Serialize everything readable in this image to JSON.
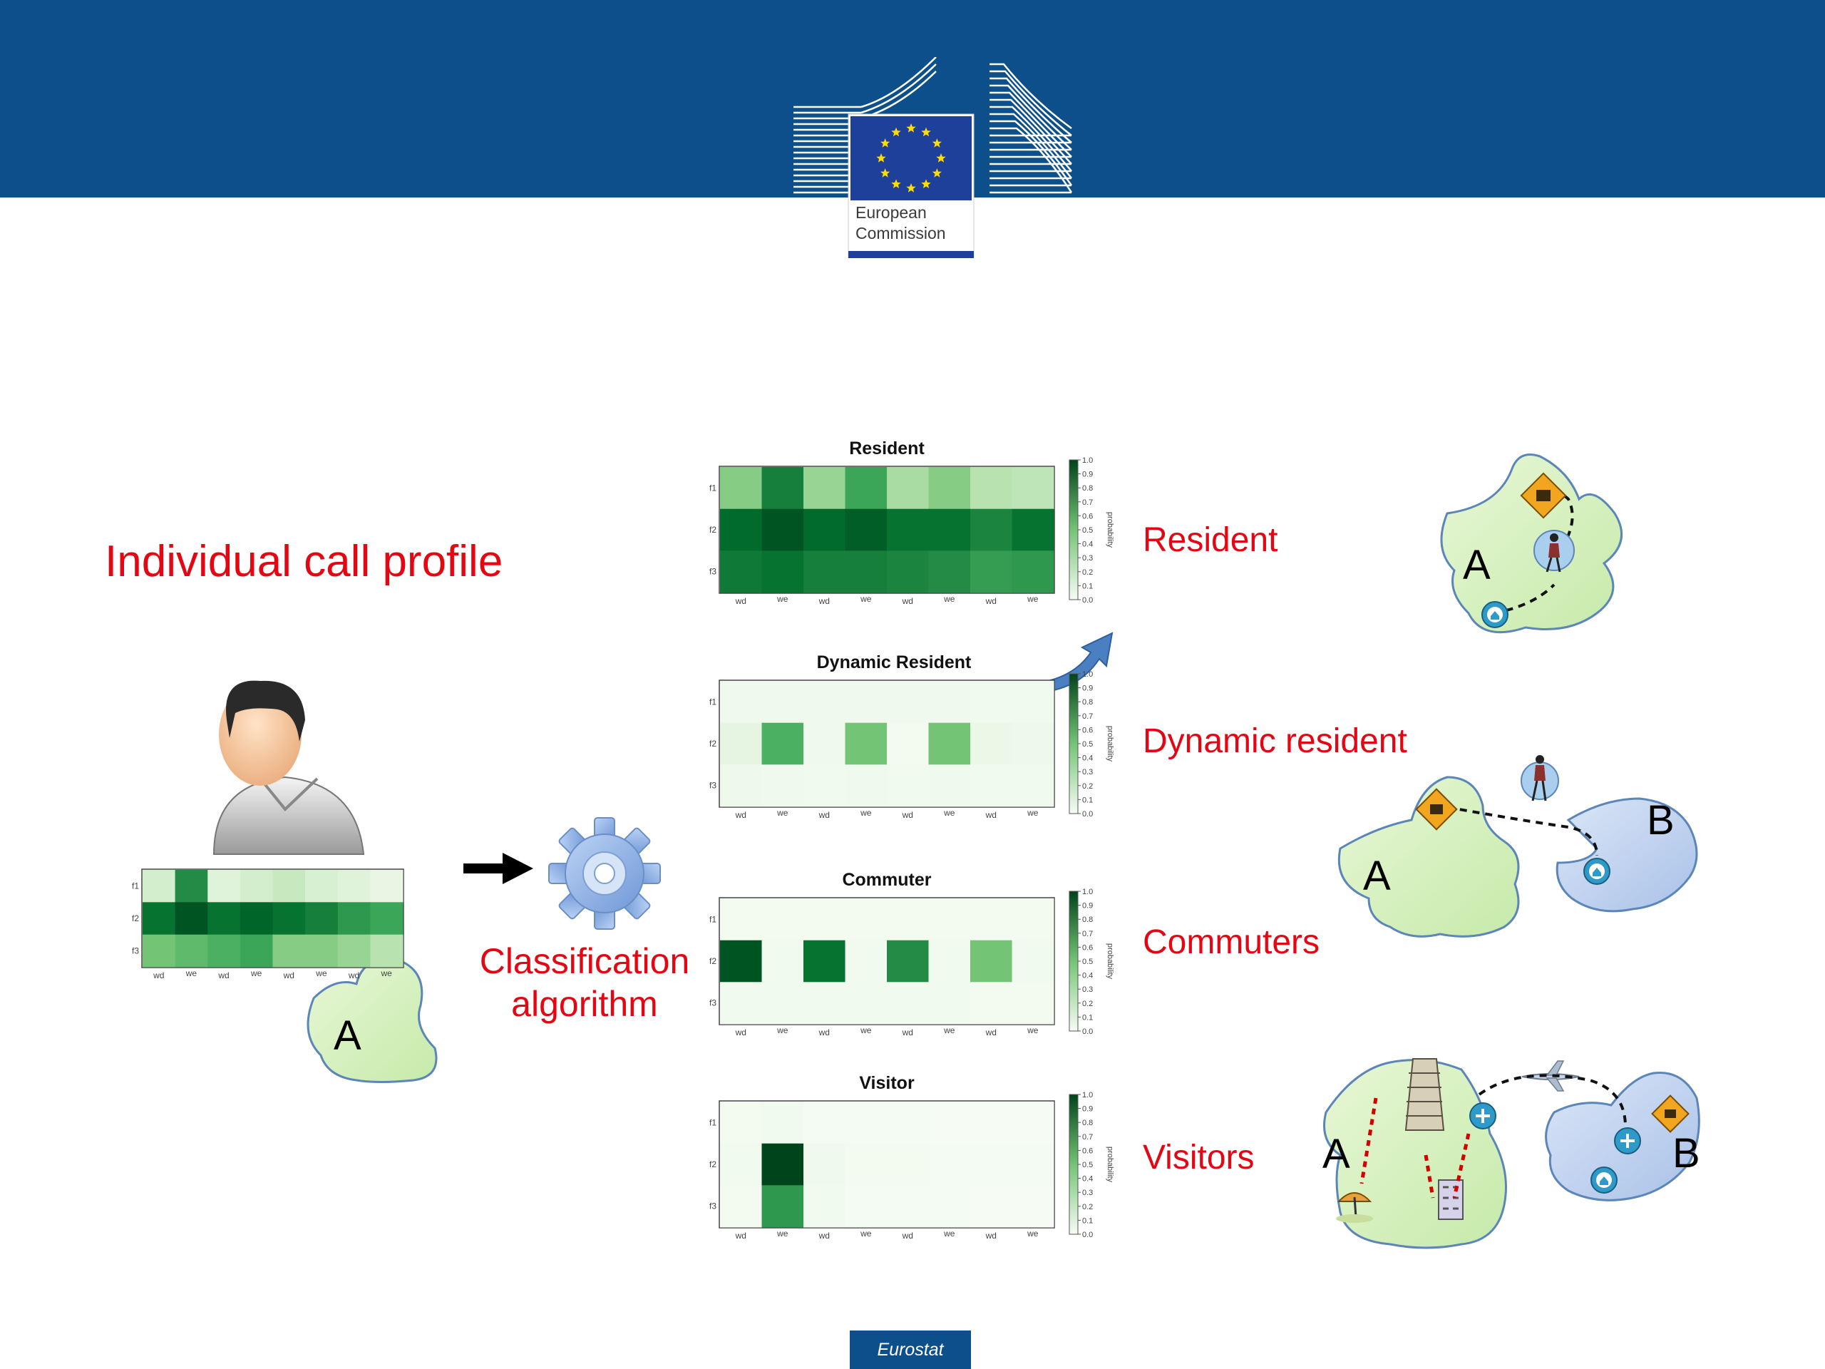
{
  "header": {
    "logo_line1": "European",
    "logo_line2": "Commission",
    "colors": {
      "band": "#0d4f8b",
      "eu_flag": "#1e3f9a",
      "stars": "#ffdd00"
    }
  },
  "main_title": "Individual call profile",
  "classifier_label_line1": "Classification",
  "classifier_label_line2": "algorithm",
  "region_labels": {
    "a": "A",
    "b": "B"
  },
  "icons": [
    "person-avatar-icon",
    "gear-icon",
    "arrow-right-icon",
    "curved-arrow-icon",
    "home-icon",
    "work-icon",
    "traveller-icon",
    "airport-icon",
    "airplane-icon",
    "tower-icon",
    "hotel-icon",
    "beach-icon"
  ],
  "chart_data": [
    {
      "type": "heatmap",
      "title": "",
      "x": [
        "wd",
        "we",
        "wd",
        "we",
        "wd",
        "we",
        "wd",
        "we"
      ],
      "y": [
        "f1",
        "f2",
        "f3"
      ],
      "values": [
        [
          0.2,
          0.75,
          0.15,
          0.2,
          0.25,
          0.18,
          0.15,
          0.1
        ],
        [
          0.85,
          0.95,
          0.85,
          0.9,
          0.85,
          0.8,
          0.7,
          0.65
        ],
        [
          0.5,
          0.55,
          0.6,
          0.65,
          0.45,
          0.45,
          0.4,
          0.3
        ]
      ]
    },
    {
      "type": "heatmap",
      "title": "Resident",
      "x": [
        "wd",
        "we",
        "wd",
        "we",
        "wd",
        "we",
        "wd",
        "we"
      ],
      "y": [
        "f1",
        "f2",
        "f3"
      ],
      "values": [
        [
          0.45,
          0.8,
          0.4,
          0.65,
          0.35,
          0.45,
          0.3,
          0.28
        ],
        [
          0.88,
          0.95,
          0.88,
          0.92,
          0.85,
          0.85,
          0.78,
          0.85
        ],
        [
          0.82,
          0.85,
          0.8,
          0.8,
          0.78,
          0.75,
          0.68,
          0.7
        ]
      ],
      "colorbar": {
        "range": [
          0.0,
          1.0
        ],
        "ticks": [
          "1.0",
          "0.9",
          "0.8",
          "0.7",
          "0.6",
          "0.5",
          "0.4",
          "0.3",
          "0.2",
          "0.1",
          "0.0"
        ],
        "label": "probability"
      }
    },
    {
      "type": "heatmap",
      "title": "Dynamic Resident",
      "x": [
        "wd",
        "we",
        "wd",
        "we",
        "wd",
        "we",
        "wd",
        "we"
      ],
      "y": [
        "f1",
        "f2",
        "f3"
      ],
      "values": [
        [
          0.05,
          0.05,
          0.05,
          0.05,
          0.05,
          0.05,
          0.04,
          0.04
        ],
        [
          0.12,
          0.6,
          0.05,
          0.5,
          0.03,
          0.5,
          0.08,
          0.06
        ],
        [
          0.06,
          0.05,
          0.04,
          0.05,
          0.04,
          0.05,
          0.04,
          0.04
        ]
      ],
      "colorbar": {
        "range": [
          0.0,
          1.0
        ],
        "ticks": [
          "1.0",
          "0.9",
          "0.8",
          "0.7",
          "0.6",
          "0.5",
          "0.4",
          "0.3",
          "0.2",
          "0.1",
          "0.0"
        ],
        "label": "probability"
      }
    },
    {
      "type": "heatmap",
      "title": "Commuter",
      "x": [
        "wd",
        "we",
        "wd",
        "we",
        "wd",
        "we",
        "wd",
        "we"
      ],
      "y": [
        "f1",
        "f2",
        "f3"
      ],
      "values": [
        [
          0.03,
          0.03,
          0.03,
          0.03,
          0.03,
          0.03,
          0.03,
          0.03
        ],
        [
          0.95,
          0.04,
          0.85,
          0.04,
          0.75,
          0.04,
          0.5,
          0.04
        ],
        [
          0.04,
          0.04,
          0.04,
          0.04,
          0.04,
          0.04,
          0.03,
          0.03
        ]
      ],
      "colorbar": {
        "range": [
          0.0,
          1.0
        ],
        "ticks": [
          "1.0",
          "0.9",
          "0.8",
          "0.7",
          "0.6",
          "0.5",
          "0.4",
          "0.3",
          "0.2",
          "0.1",
          "0.0"
        ],
        "label": "probability"
      }
    },
    {
      "type": "heatmap",
      "title": "Visitor",
      "x": [
        "wd",
        "we",
        "wd",
        "we",
        "wd",
        "we",
        "wd",
        "we"
      ],
      "y": [
        "f1",
        "f2",
        "f3"
      ],
      "values": [
        [
          0.03,
          0.04,
          0.02,
          0.02,
          0.02,
          0.01,
          0.01,
          0.01
        ],
        [
          0.04,
          1.0,
          0.05,
          0.03,
          0.03,
          0.02,
          0.02,
          0.02
        ],
        [
          0.03,
          0.7,
          0.04,
          0.02,
          0.02,
          0.02,
          0.01,
          0.01
        ]
      ],
      "colorbar": {
        "range": [
          0.0,
          1.0
        ],
        "ticks": [
          "1.0",
          "0.9",
          "0.8",
          "0.7",
          "0.6",
          "0.5",
          "0.4",
          "0.3",
          "0.2",
          "0.1",
          "0.0"
        ],
        "label": "probability"
      }
    }
  ],
  "categories": [
    "Resident",
    "Dynamic resident",
    "Commuters",
    "Visitors"
  ],
  "footer": {
    "tab_label": "Eurostat"
  }
}
